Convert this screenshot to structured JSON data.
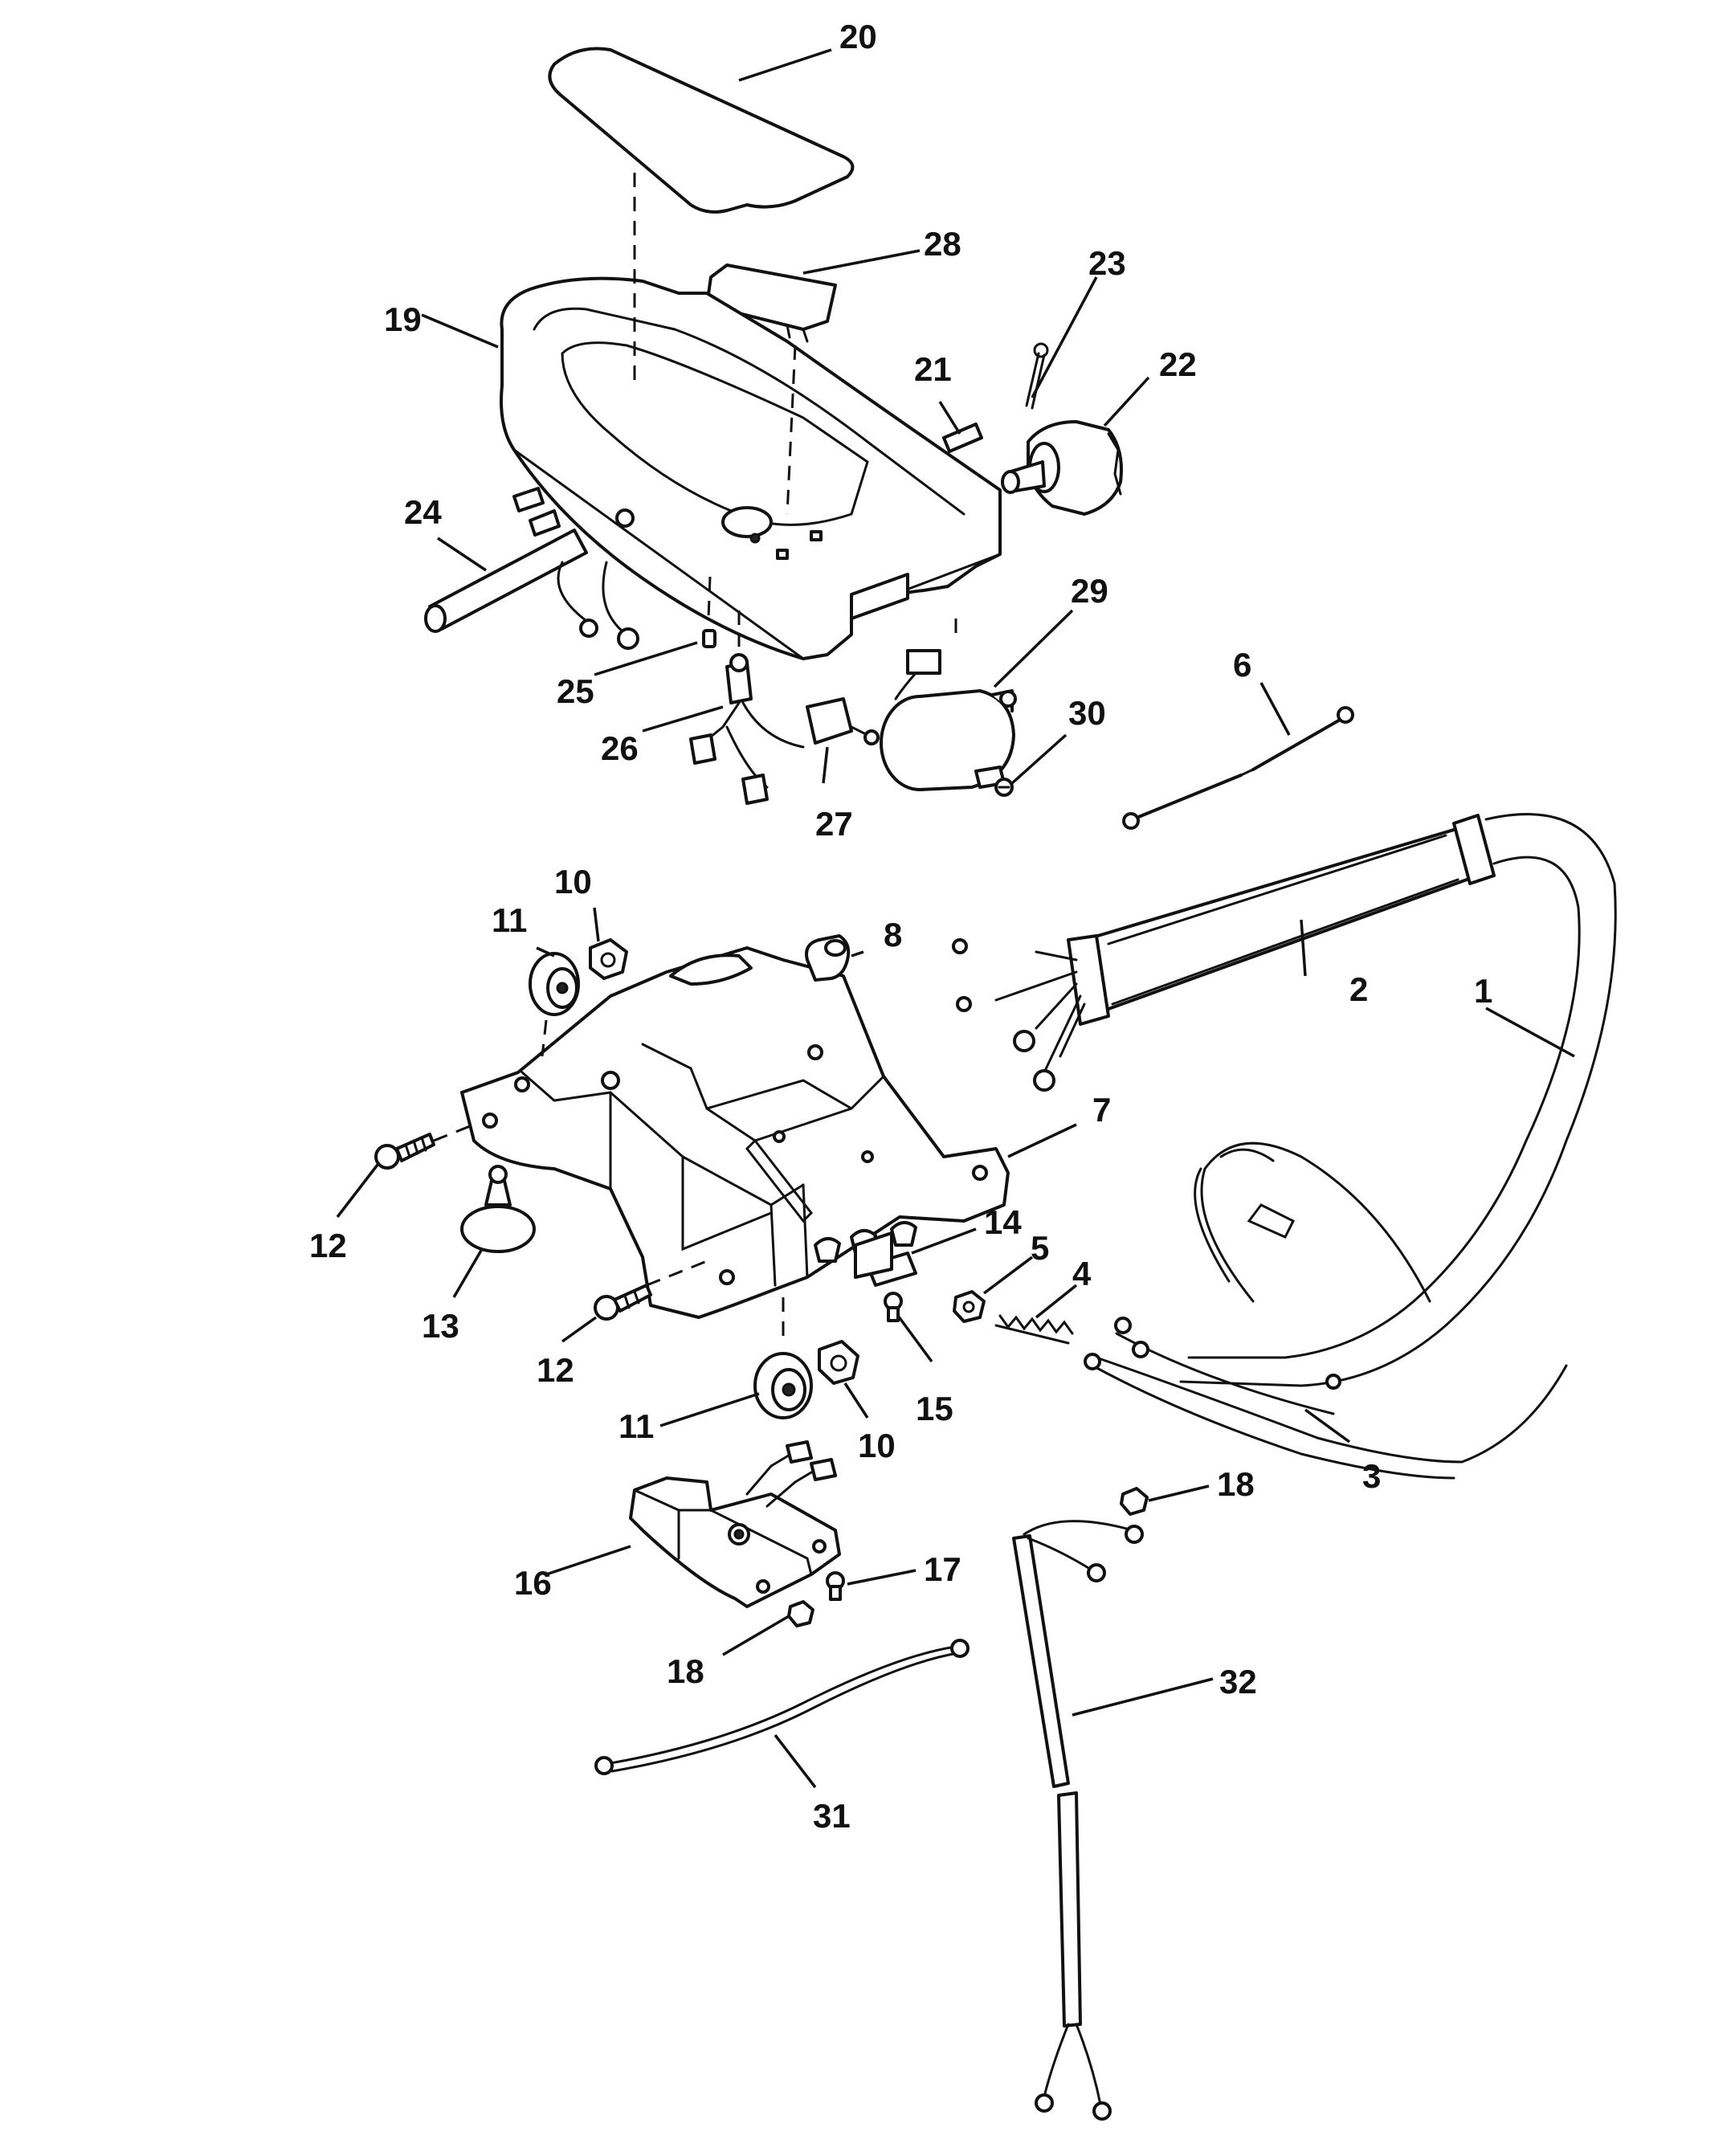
{
  "diagram": {
    "kind": "exploded parts diagram",
    "callouts": {
      "c1": "1",
      "c2": "2",
      "c3": "3",
      "c4": "4",
      "c5": "5",
      "c6": "6",
      "c7": "7",
      "c8": "8",
      "c10a": "10",
      "c10b": "10",
      "c11a": "11",
      "c11b": "11",
      "c12a": "12",
      "c12b": "12",
      "c13": "13",
      "c14": "14",
      "c15": "15",
      "c16": "16",
      "c17": "17",
      "c18a": "18",
      "c18b": "18",
      "c19": "19",
      "c20": "20",
      "c21": "21",
      "c22": "22",
      "c23": "23",
      "c24": "24",
      "c25": "25",
      "c26": "26",
      "c27": "27",
      "c28": "28",
      "c29": "29",
      "c30": "30",
      "c31": "31",
      "c32": "32"
    }
  }
}
